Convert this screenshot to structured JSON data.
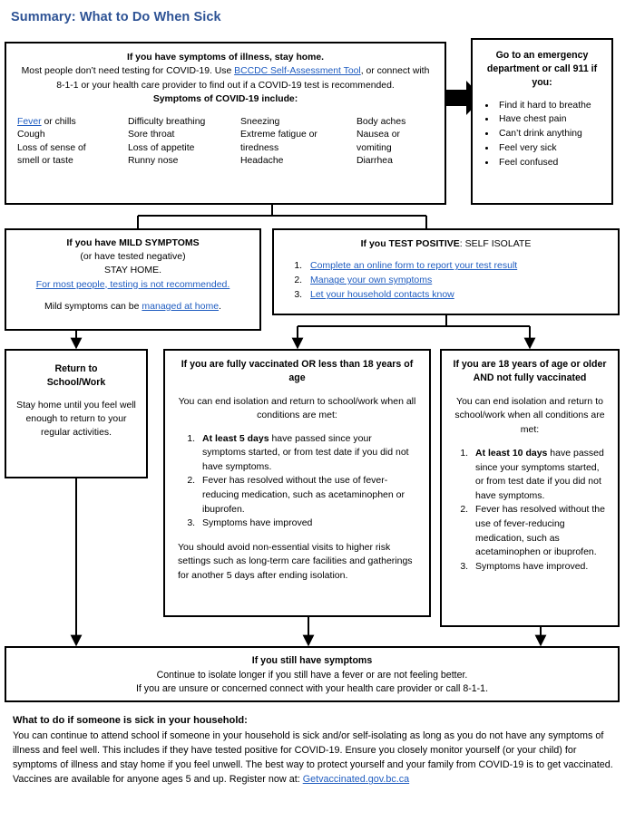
{
  "page": {
    "title": "Summary: What to Do When Sick",
    "title_color": "#2e5395",
    "link_color": "#1f5cc0"
  },
  "main_box": {
    "heading": "If you have symptoms of illness, stay home.",
    "line2_pre": "Most people don’t need testing for COVID-19. Use ",
    "line2_link": "BCCDC Self-Assessment Tool",
    "line2_post": ", or connect with 8-1-1 or your health care provider to find out if a COVID-19 test is recommended.",
    "symptoms_heading": "Symptoms of COVID-19 include:",
    "symptom_columns": [
      {
        "link": "Fever",
        "items": [
          "or chills",
          "Cough",
          "Loss of sense of",
          "smell or taste"
        ]
      },
      {
        "link": "",
        "items": [
          "Difficulty breathing",
          "Sore throat",
          "Loss of appetite",
          "Runny nose"
        ]
      },
      {
        "link": "",
        "items": [
          "Sneezing",
          "Extreme fatigue or",
          "tiredness",
          "Headache"
        ]
      },
      {
        "link": "",
        "items": [
          "Body aches",
          "Nausea or",
          "vomiting",
          "Diarrhea"
        ]
      }
    ]
  },
  "emergency_box": {
    "heading": "Go to an emergency department or call 911 if you:",
    "items": [
      "Find it hard to breathe",
      "Have chest pain",
      "Can’t drink anything",
      "Feel very sick",
      "Feel confused"
    ]
  },
  "mild_box": {
    "heading": "If you have MILD SYMPTOMS",
    "line2": "(or have tested negative)",
    "line3": "STAY HOME.",
    "link1": "For most people, testing is not recommended.",
    "line5_pre": "Mild symptoms can be ",
    "line5_link": "managed at home",
    "line5_post": "."
  },
  "positive_box": {
    "heading_bold": "If you TEST POSITIVE",
    "heading_rest": ": SELF ISOLATE",
    "items": [
      "Complete an online form to report your test result",
      "Manage your own symptoms",
      "Let your household contacts know"
    ]
  },
  "return_box": {
    "heading_line1": "Return to",
    "heading_line2": "School/Work",
    "body": "Stay home until you feel well enough to return to your regular activities."
  },
  "vax_box": {
    "heading": "If you are fully vaccinated OR less than 18 years of age",
    "subheading": "You can end isolation and return to school/work when all conditions are met:",
    "items": [
      {
        "bold": "At least 5 days",
        "rest": " have passed since your symptoms started, or from test date if you did not have symptoms."
      },
      {
        "bold": "",
        "rest": "Fever has resolved without the use of fever-reducing medication, such as acetaminophen or ibuprofen."
      },
      {
        "bold": "",
        "rest": "Symptoms have improved"
      }
    ],
    "footer": "You should avoid non-essential visits to higher risk settings such as long-term care facilities and gatherings for another 5 days after ending isolation."
  },
  "unvax_box": {
    "heading": "If you are 18 years of age or older AND not fully vaccinated",
    "subheading": "You can end isolation and return to school/work when all conditions are met:",
    "items": [
      {
        "bold": "At least 10 days",
        "rest": " have passed since your symptoms started, or from test date if you did not have symptoms."
      },
      {
        "bold": "",
        "rest": "Fever has resolved without the use of fever-reducing medication, such as acetaminophen or ibuprofen."
      },
      {
        "bold": "",
        "rest": "Symptoms have improved."
      }
    ]
  },
  "final_box": {
    "heading": "If you still have symptoms",
    "line2": "Continue to isolate longer if you still have a fever or are not feeling better.",
    "line3": "If you are unsure or concerned connect with your health care provider or call 8-1-1."
  },
  "footer": {
    "heading": "What to do if someone is sick in your household:",
    "body": "You can continue to attend school if someone in your household is sick and/or self-isolating as long as you do not have any symptoms of illness and feel well. This includes if they have tested positive for COVID-19. Ensure you closely monitor yourself (or your child) for symptoms of illness and stay home if you feel unwell. The best way to protect yourself and your family from COVID-19 is to get vaccinated. Vaccines are available for anyone ages 5 and up. Register now at: ",
    "link": "Getvaccinated.gov.bc.ca"
  }
}
